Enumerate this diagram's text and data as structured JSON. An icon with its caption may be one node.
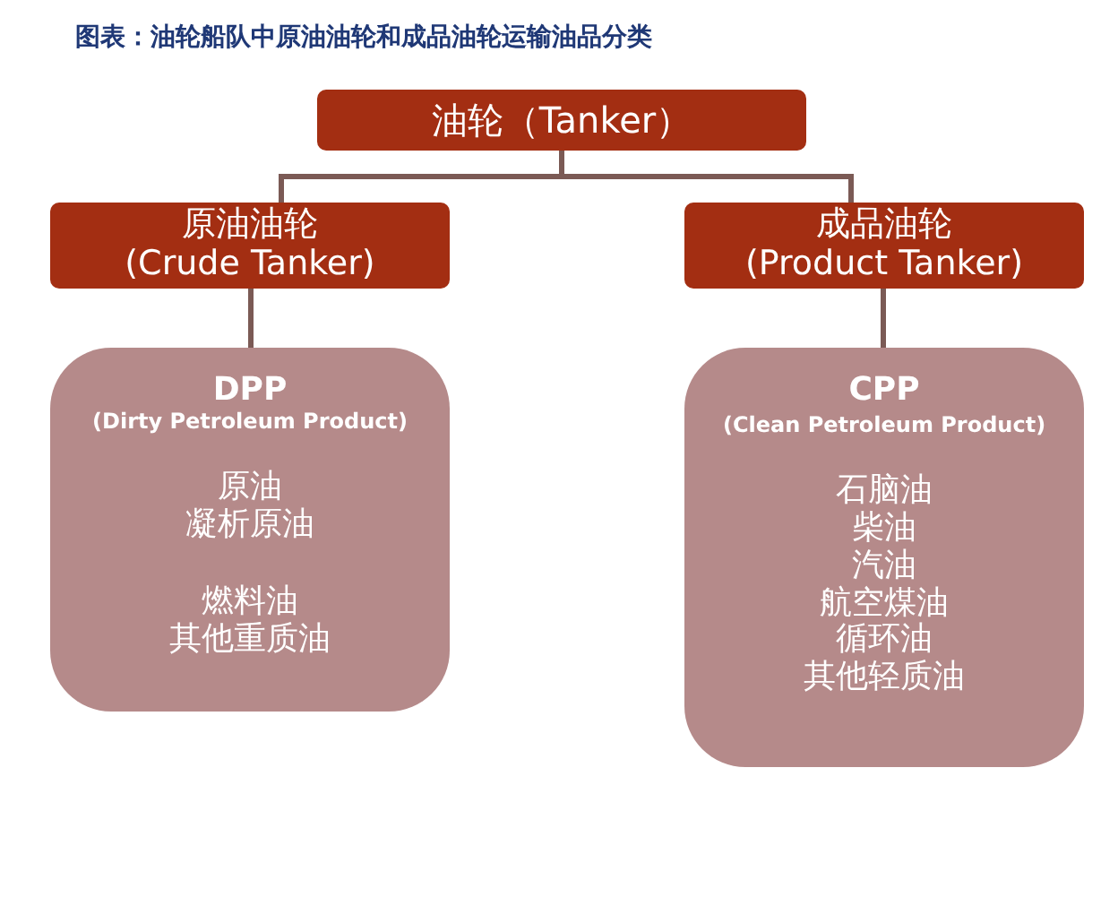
{
  "diagram": {
    "title": "图表：油轮船队中原油油轮和成品油轮运输油品分类",
    "nodes": [
      {
        "text": [
          "油轮（Tanker）"
        ]
      },
      {
        "text": [
          "原油油轮",
          "(Crude Tanker)"
        ]
      },
      {
        "text": [
          "成品油轮",
          "(Product Tanker)"
        ]
      },
      {
        "text": [
          "DPP",
          "(Dirty Petroleum Product)",
          "原油",
          "凝析原油",
          "燃料油",
          "其他重质油"
        ]
      },
      {
        "text": [
          "CPP",
          "(Clean Petroleum Product)",
          "石脑油",
          "柴油",
          "汽油",
          "航空煤油",
          "循环油",
          "其他轻质油"
        ]
      }
    ],
    "edges": [
      {
        "from": 0,
        "to": 1,
        "arrow": "none"
      },
      {
        "from": 0,
        "to": 2,
        "arrow": "none"
      },
      {
        "from": 1,
        "to": 3,
        "arrow": "none"
      },
      {
        "from": 2,
        "to": 4,
        "arrow": "none"
      }
    ]
  }
}
